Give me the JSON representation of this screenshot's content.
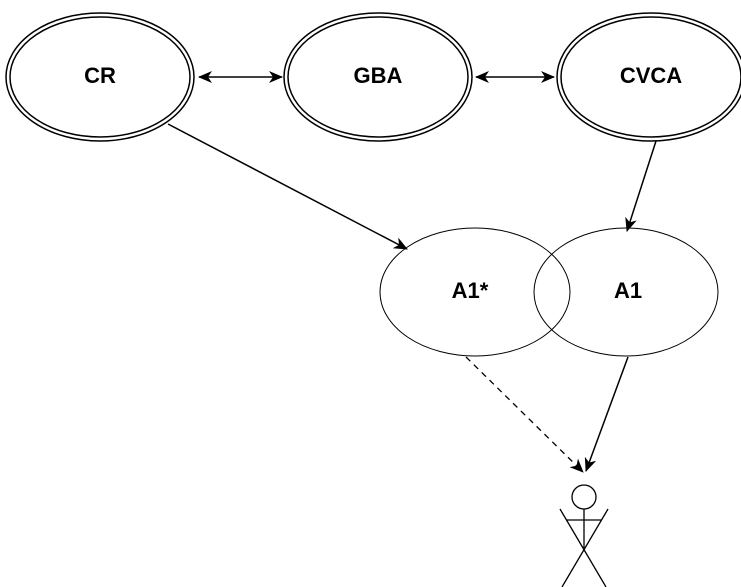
{
  "diagram": {
    "nodes": {
      "cr": {
        "label": "CR"
      },
      "gba": {
        "label": "GBA"
      },
      "cvca": {
        "label": "CVCA"
      },
      "a1_star": {
        "label": "A1*"
      },
      "a1": {
        "label": "A1"
      }
    },
    "actor": {
      "icon": "user-actor-icon"
    },
    "edges": [
      {
        "from": "CR",
        "to": "GBA",
        "style": "solid",
        "direction": "bidirectional"
      },
      {
        "from": "GBA",
        "to": "CVCA",
        "style": "solid",
        "direction": "bidirectional"
      },
      {
        "from": "CR",
        "to": "A1*",
        "style": "solid",
        "direction": "forward"
      },
      {
        "from": "CVCA",
        "to": "A1",
        "style": "solid",
        "direction": "forward"
      },
      {
        "from": "A1*",
        "to": "actor",
        "style": "dashed",
        "direction": "forward"
      },
      {
        "from": "A1",
        "to": "actor",
        "style": "solid",
        "direction": "forward"
      }
    ],
    "colors": {
      "stroke": "#000000",
      "background": "#ffffff"
    }
  }
}
